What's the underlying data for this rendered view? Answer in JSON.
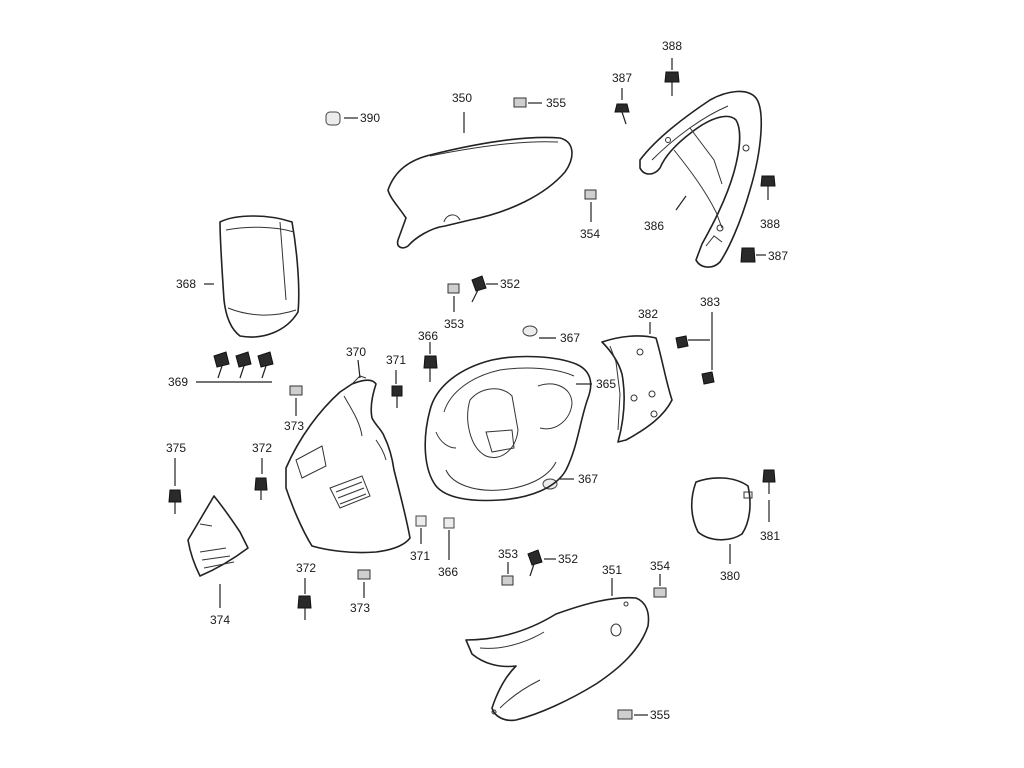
{
  "labels": {
    "p350": "350",
    "p355a": "355",
    "p390": "390",
    "p387a": "387",
    "p388a": "388",
    "p386": "386",
    "p388b": "388",
    "p387b": "387",
    "p354a": "354",
    "p368": "368",
    "p352a": "352",
    "p353a": "353",
    "p366a": "366",
    "p367a": "367",
    "p382": "382",
    "p383": "383",
    "p369": "369",
    "p370": "370",
    "p371a": "371",
    "p365": "365",
    "p373a": "373",
    "p375": "375",
    "p372a": "372",
    "p367b": "367",
    "p381": "381",
    "p374": "374",
    "p371b": "371",
    "p366b": "366",
    "p353b": "353",
    "p352b": "352",
    "p351": "351",
    "p354b": "354",
    "p380": "380",
    "p372b": "372",
    "p373b": "373",
    "p355b": "355"
  }
}
